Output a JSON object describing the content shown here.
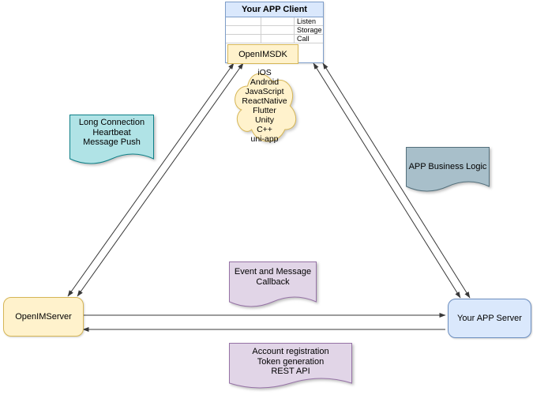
{
  "diagram": {
    "client": {
      "title": "Your APP Client",
      "interfaces": [
        "Listen",
        "Storage",
        "Call"
      ],
      "sdk": "OpenIMSDK"
    },
    "platforms": [
      "iOS",
      "Android",
      "JavaScript",
      "ReactNative",
      "Flutter",
      "Unity",
      "C++",
      "uni-app"
    ],
    "notes": {
      "long_connection": [
        "Long Connection",
        "Heartbeat",
        "Message Push"
      ],
      "business_logic": [
        "APP Business Logic"
      ],
      "event_callback": [
        "Event and Message",
        "Callback"
      ],
      "rest_api": [
        "Account registration",
        "Token generation",
        "REST API"
      ]
    },
    "nodes": {
      "openim_server": "OpenIMServer",
      "app_server": "Your APP Server"
    },
    "colors": {
      "yellow_fill": "#fff2cc",
      "yellow_stroke": "#d6b656",
      "blue_fill": "#dae8fc",
      "blue_stroke": "#6c8ebf",
      "teal_fill": "#b0e3e6",
      "teal_stroke": "#0e8088",
      "slate_fill": "#a8bfca",
      "slate_stroke": "#54707c",
      "purple_fill": "#e1d5e7",
      "purple_stroke": "#9673a6",
      "connector": "#383838"
    }
  }
}
